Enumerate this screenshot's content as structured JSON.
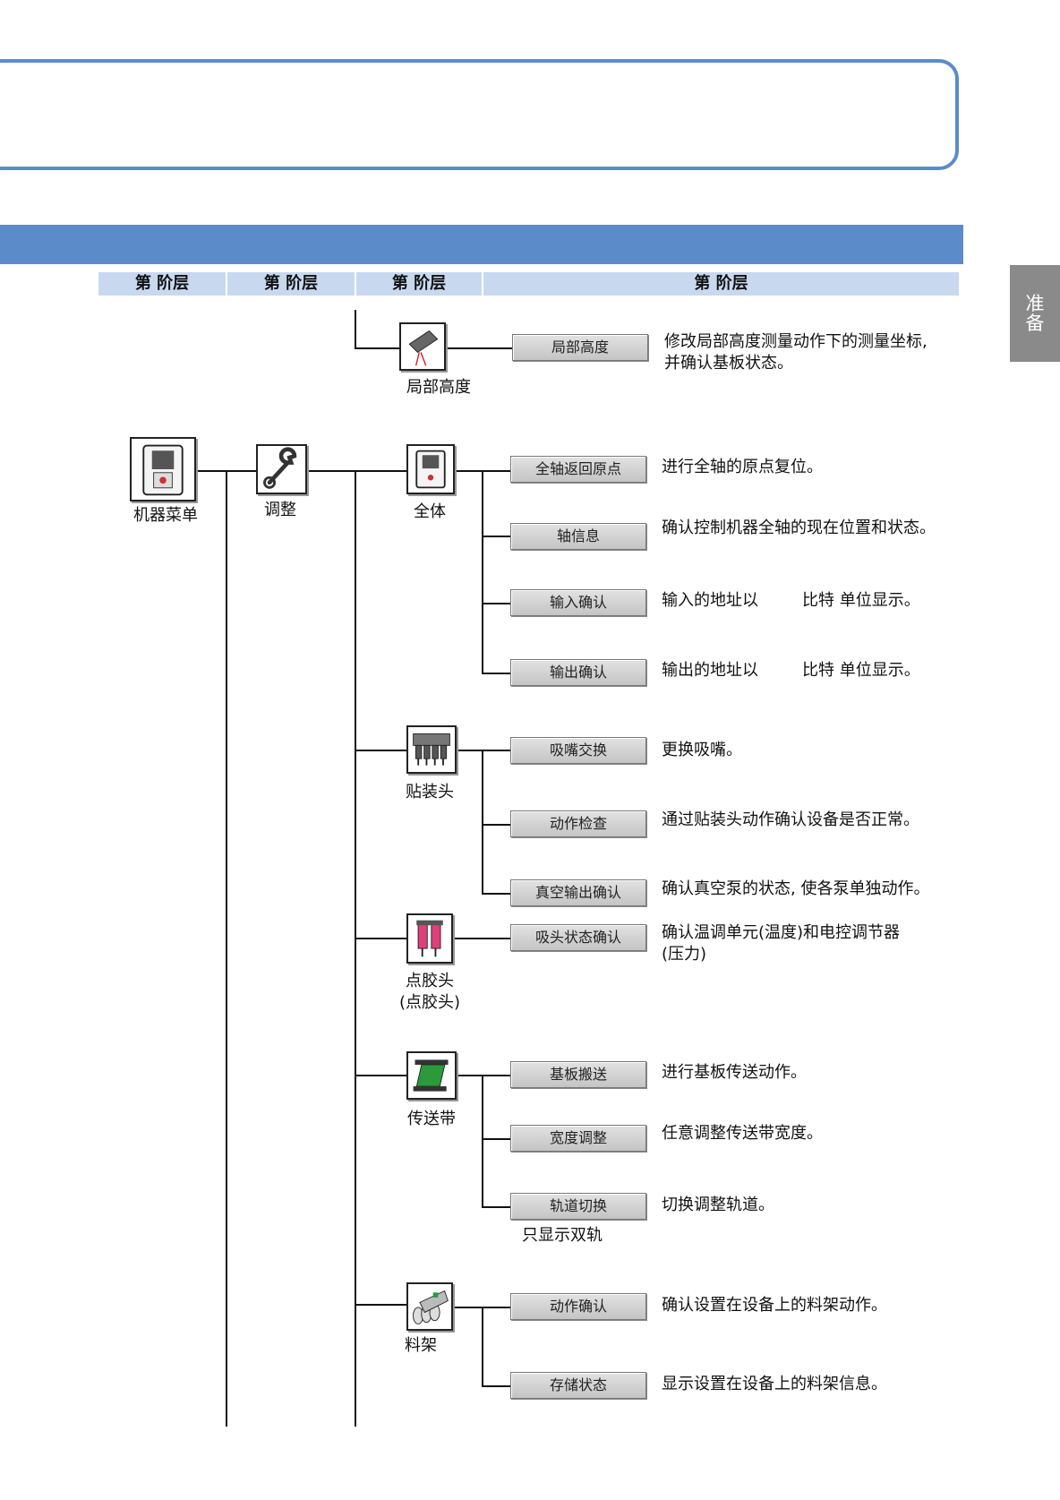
{
  "side_tab": {
    "line1": "准",
    "line2": "备"
  },
  "headers": [
    "第 阶层",
    "第 阶层",
    "第 阶层",
    "第 阶层"
  ],
  "level1": {
    "label": "机器菜单"
  },
  "level2": {
    "label": "调整"
  },
  "level3": [
    {
      "label": "局部高度",
      "icon": "height-sensor-icon"
    },
    {
      "label": "全体",
      "icon": "machine-icon"
    },
    {
      "label": "贴装头",
      "icon": "head-icon"
    },
    {
      "label": "点胶头",
      "label2": "(点胶头)",
      "icon": "dispenser-icon"
    },
    {
      "label": "传送带",
      "icon": "conveyor-icon"
    },
    {
      "label": "料架",
      "icon": "feeder-icon"
    }
  ],
  "items": [
    {
      "button": "局部高度",
      "desc": "修改局部高度测量动作下的测量坐标,",
      "desc2": "并确认基板状态。"
    },
    {
      "button": "全轴返回原点",
      "desc": "进行全轴的原点复位。"
    },
    {
      "button": "轴信息",
      "desc": "确认控制机器全轴的现在位置和状态。"
    },
    {
      "button": "输入确认",
      "desc": "输入的地址以",
      "desc_b": "比特 单位显示。"
    },
    {
      "button": "输出确认",
      "desc": "输出的地址以",
      "desc_b": "比特 单位显示。"
    },
    {
      "button": "吸嘴交换",
      "desc": "更换吸嘴。"
    },
    {
      "button": "动作检查",
      "desc": "通过贴装头动作确认设备是否正常。"
    },
    {
      "button": "真空输出确认",
      "desc": "确认真空泵的状态, 使各泵单独动作。"
    },
    {
      "button": "吸头状态确认",
      "desc": "确认温调单元(温度)和电控调节器",
      "desc2": "(压力)"
    },
    {
      "button": "基板搬送",
      "desc": "进行基板传送动作。"
    },
    {
      "button": "宽度调整",
      "desc": "任意调整传送带宽度。"
    },
    {
      "button": "轨道切换",
      "desc": "切换调整轨道。",
      "note": "只显示双轨"
    },
    {
      "button": "动作确认",
      "desc": "确认设置在设备上的料架动作。"
    },
    {
      "button": "存储状态",
      "desc": "显示设置在设备上的料架信息。"
    }
  ]
}
